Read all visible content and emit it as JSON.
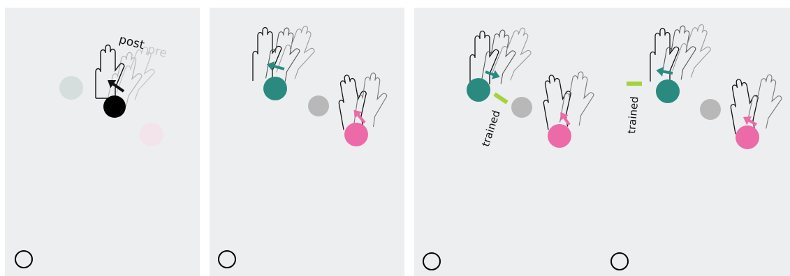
{
  "labels": {
    "post": "post",
    "pre": "pre",
    "trained": "trained"
  },
  "colors": {
    "background": "#edeef0",
    "black_target": "#000000",
    "teal": "#2a8a80",
    "pink": "#ec6aa8",
    "gray": "#b8b8b8",
    "trained_bar": "#a6d23a",
    "faded_teal": "#d6dedd",
    "faded_pink": "#f3e3ea"
  },
  "icons": [
    "hand-icon",
    "arrow-icon",
    "target-circle-icon",
    "ring-marker-icon"
  ]
}
